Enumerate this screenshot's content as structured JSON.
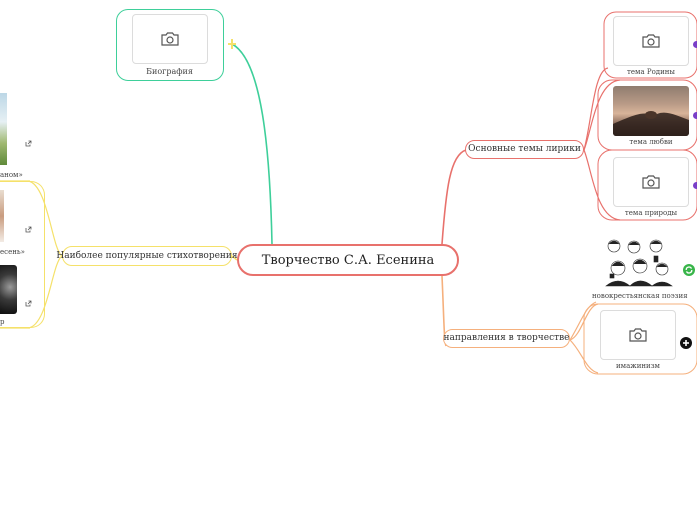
{
  "central": {
    "title": "Творчество С.А. Есенина"
  },
  "top_branch": {
    "caption": "Биография",
    "color": "#3ecf9a"
  },
  "right_branch_1": {
    "label": "Основные темы лирики",
    "color": "#e8716c",
    "children": [
      {
        "caption": "тема Родины"
      },
      {
        "caption": "тема любви"
      },
      {
        "caption": "тема природы"
      }
    ]
  },
  "right_branch_2": {
    "label": "направления в творчестве",
    "color": "#f5b07d",
    "children": [
      {
        "caption": "новокрестьянская поэзия"
      },
      {
        "caption": "имажинизм"
      }
    ]
  },
  "left_branch": {
    "label": "Наиболее популярные стихотворения",
    "color": "#f5e16a",
    "children": [
      {
        "caption": "аном»"
      },
      {
        "caption": "есень»"
      },
      {
        "caption": "р"
      }
    ]
  },
  "icons": {
    "camera": "camera-icon",
    "external_link": "external-link-icon",
    "add": "add-icon",
    "refresh": "refresh-icon"
  },
  "colors": {
    "purple_dot": "#7a3fc7",
    "green_icon": "#39b54a",
    "black_icon": "#111111"
  }
}
